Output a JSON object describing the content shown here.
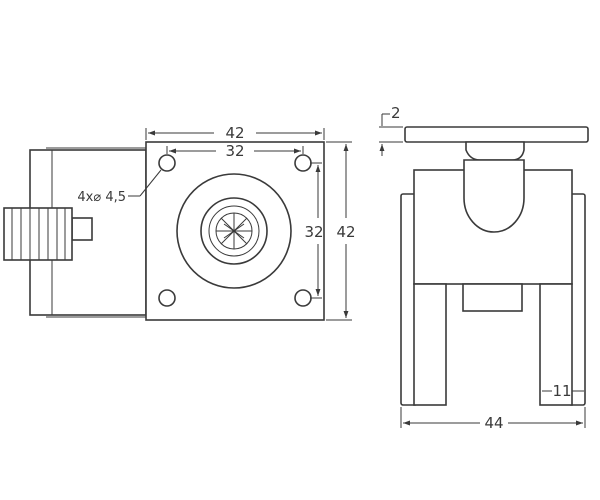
{
  "dimensions": {
    "top_width": "42",
    "hole_spacing_horizontal": "32",
    "hole_spacing_vertical": "32",
    "plate_height": "42",
    "hole_callout": "4x⌀ 4,5",
    "plate_thickness": "2",
    "overall_width": "44",
    "wheel_width": "11"
  }
}
